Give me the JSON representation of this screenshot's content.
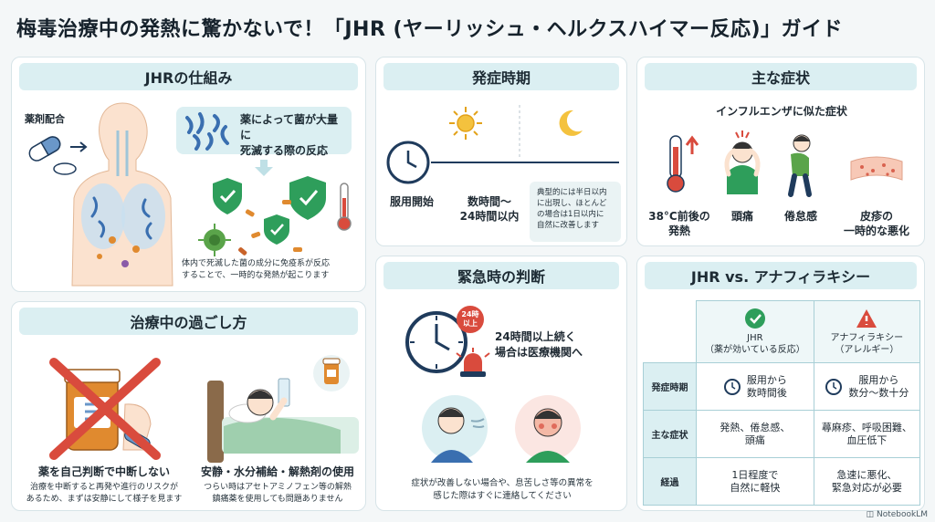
{
  "title": "梅毒治療中の発熱に驚かないで！「JHR (ヤーリッシュ・ヘルクスハイマー反応)」ガイド",
  "mechanism": {
    "heading": "JHRの仕組み",
    "drug_label": "薬剤配合",
    "callout": "薬によって菌が大量に\n死滅する際の反応",
    "description": "体内で死滅した菌の成分に免疫系が反応\nすることで、一時的な発熱が起こります"
  },
  "onset": {
    "heading": "発症時期",
    "start_label": "服用開始",
    "window_label": "数時間〜\n24時間以内",
    "note": "典型的には半日以内\nに出現し、ほとんど\nの場合は1日以内に\n自然に改善します"
  },
  "symptoms": {
    "heading": "主な症状",
    "subtitle": "インフルエンザに似た症状",
    "items": [
      {
        "label": "38°C前後の\n発熱",
        "icon": "thermometer-icon"
      },
      {
        "label": "頭痛",
        "icon": "headache-icon"
      },
      {
        "label": "倦怠感",
        "icon": "fatigue-icon"
      },
      {
        "label": "皮疹の\n一時的な悪化",
        "icon": "rash-icon"
      }
    ]
  },
  "care": {
    "heading": "治療中の過ごし方",
    "left_title": "薬を自己判断で中断しない",
    "left_desc": "治療を中断すると再発や進行のリスクが\nあるため、まずは安静にして様子を見ます",
    "right_title": "安静・水分補給・解熱剤の使用",
    "right_desc": "つらい時はアセトアミノフェン等の解熱\n鎮痛薬を使用しても問題ありません"
  },
  "emergency": {
    "heading": "緊急時の判断",
    "badge": "24時\n以上",
    "text": "24時間以上続く\n場合は医療機関へ",
    "bottom": "症状が改善しない場合や、息苦しさ等の異常を\n感じた際はすぐに連絡してください"
  },
  "comparison": {
    "heading": "JHR vs. アナフィラキシー",
    "col_jhr": "JHR\n（薬が効いている反応）",
    "col_ana": "アナフィラキシー\n（アレルギー）",
    "rows": [
      {
        "label": "発症時期",
        "jhr": "服用から\n数時間後",
        "ana": "服用から\n数分〜数十分"
      },
      {
        "label": "主な症状",
        "jhr": "発熱、倦怠感、\n頭痛",
        "ana": "蕁麻疹、呼吸困難、\n血圧低下"
      },
      {
        "label": "経過",
        "jhr": "1日程度で\n自然に軽快",
        "ana": "急速に悪化、\n緊急対応が必要"
      }
    ]
  },
  "footer": "NotebookLM",
  "colors": {
    "accent": "#dbeff2",
    "green": "#2e9e5b",
    "red": "#d94b3d",
    "navy": "#1f3b5c"
  }
}
